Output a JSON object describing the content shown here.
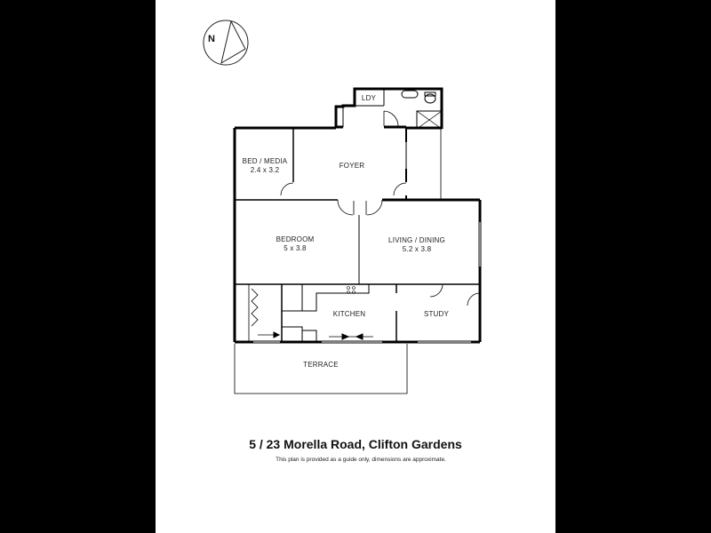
{
  "compass": {
    "label": "N",
    "icon": "north-arrow-icon"
  },
  "rooms": [
    {
      "id": "ldy",
      "name": "LDY",
      "dims": ""
    },
    {
      "id": "bed-media",
      "name": "BED / MEDIA",
      "dims": "2.4 x 3.2"
    },
    {
      "id": "foyer",
      "name": "FOYER",
      "dims": ""
    },
    {
      "id": "bedroom",
      "name": "BEDROOM",
      "dims": "5 x 3.8"
    },
    {
      "id": "living-dining",
      "name": "LIVING / DINING",
      "dims": "5.2 x 3.8"
    },
    {
      "id": "kitchen",
      "name": "KITCHEN",
      "dims": ""
    },
    {
      "id": "study",
      "name": "STUDY",
      "dims": ""
    },
    {
      "id": "terrace",
      "name": "TERRACE",
      "dims": ""
    }
  ],
  "footer": {
    "address": "5 / 23 Morella Road, Clifton Gardens",
    "disclaimer": "This plan is provided as a guide only, dimensions are approximate."
  },
  "colors": {
    "background": "#000000",
    "page": "#ffffff",
    "wall": "#000000",
    "text": "#222222"
  }
}
